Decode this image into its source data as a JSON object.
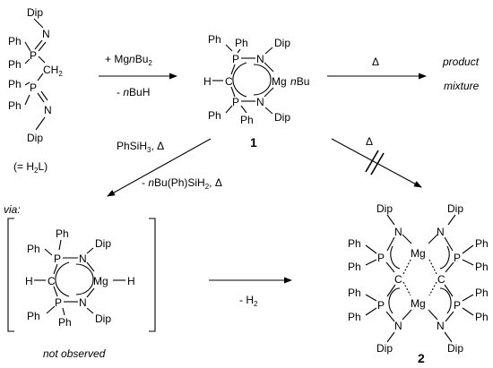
{
  "atoms": {
    "Dip": "Dip",
    "Ph": "Ph",
    "P": "P",
    "N": "N",
    "C": "C",
    "H": "H",
    "Mg": "Mg",
    "CH2": "CH",
    "CH2_sub": "2",
    "nBu_n": "n",
    "nBu_Bu": "Bu"
  },
  "ligand": {
    "label_prefix": "(= H",
    "label_sub": "2",
    "label_suffix": "L)"
  },
  "reagents": {
    "step1_above_a": "+ Mg",
    "step1_above_n": "n",
    "step1_above_b": "Bu",
    "step1_above_sub": "2",
    "step1_below_a": "- ",
    "step1_below_n": "n",
    "step1_below_b": "BuH",
    "heat": "Δ",
    "product_line1": "product",
    "product_line2": "mixture",
    "silane_a": "PhSiH",
    "silane_sub": "3",
    "silane_b": ", Δ",
    "silane_below_a": "- ",
    "silane_below_n": "n",
    "silane_below_b": "Bu(Ph)SiH",
    "silane_below_sub": "2",
    "silane_below_c": ", Δ",
    "h2_a": "- H",
    "h2_sub": "2"
  },
  "labels": {
    "compound1": "1",
    "compound2": "2",
    "via": "via:",
    "not_observed": "not observed"
  }
}
